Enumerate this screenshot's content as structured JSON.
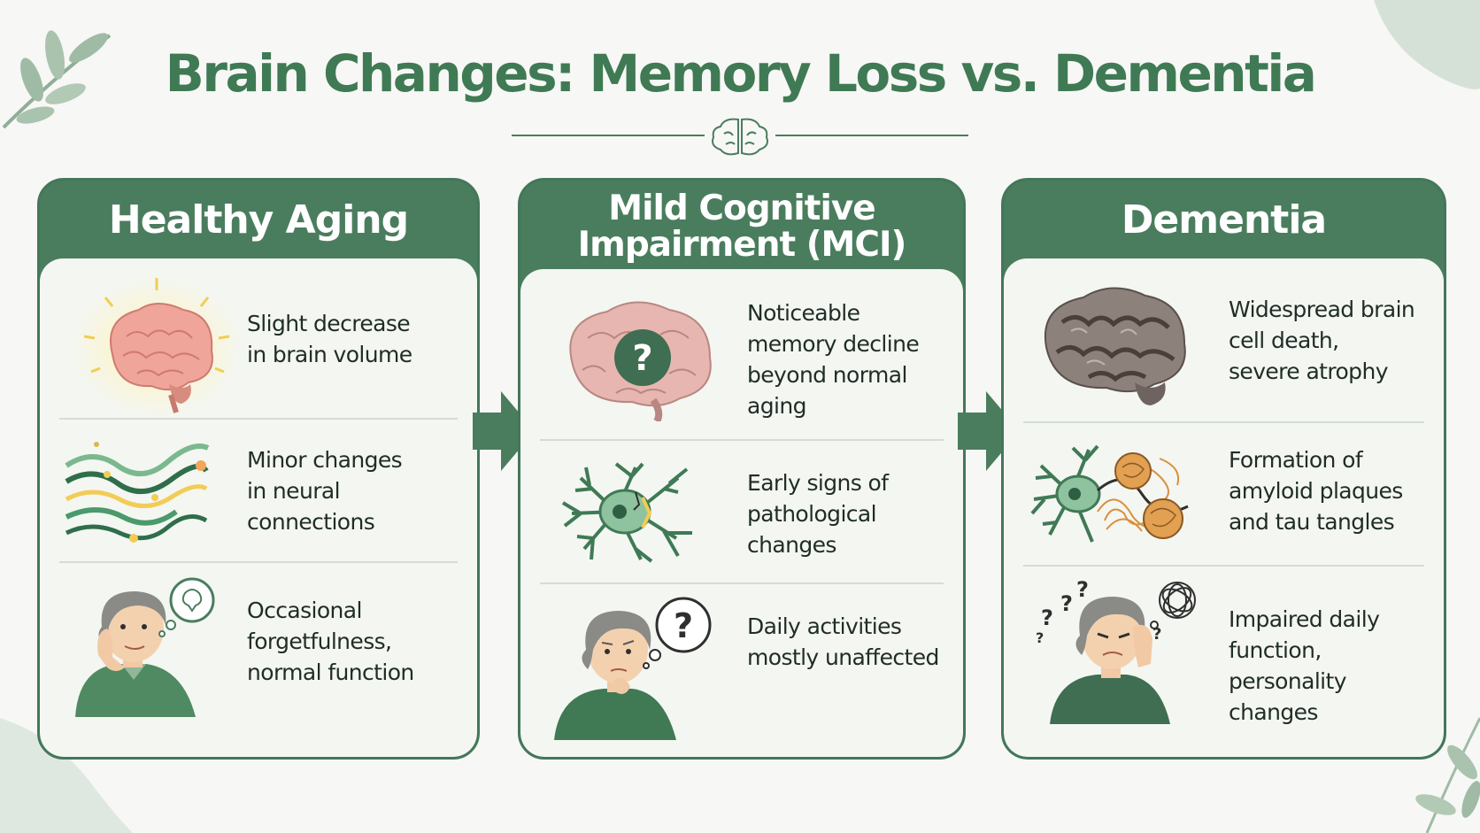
{
  "title": "Brain Changes: Memory Loss vs. Dementia",
  "colors": {
    "accent": "#4a7d5e",
    "title": "#3f7a55",
    "panel_body": "#f4f6f2",
    "text": "#1f2d26"
  },
  "panels": [
    {
      "header": "Healthy Aging",
      "items": [
        {
          "icon": "glowing-healthy-brain-icon",
          "text": "Slight decrease\nin brain volume"
        },
        {
          "icon": "neural-connection-waves-icon",
          "text": "Minor changes\nin neural\nconnections"
        },
        {
          "icon": "thinking-elderly-person-icon",
          "text": "Occasional\nforgetfulness,\nnormal function"
        }
      ]
    },
    {
      "header": "Mild Cognitive\nImpairment (MCI)",
      "items": [
        {
          "icon": "brain-question-icon",
          "text": "Noticeable\nmemory decline\nbeyond normal\naging"
        },
        {
          "icon": "damaged-neuron-icon",
          "text": "Early signs of\npathological\nchanges"
        },
        {
          "icon": "puzzled-elderly-person-icon",
          "text": "Daily activities\nmostly unaffected"
        }
      ]
    },
    {
      "header": "Dementia",
      "items": [
        {
          "icon": "atrophied-brain-icon",
          "text": "Widespread brain\ncell death,\nsevere atrophy"
        },
        {
          "icon": "neuron-plaques-tangles-icon",
          "text": "Formation of\namyloid plaques\nand tau tangles"
        },
        {
          "icon": "confused-elderly-person-icon",
          "text": "Impaired daily\nfunction, personality\nchanges"
        }
      ]
    }
  ]
}
